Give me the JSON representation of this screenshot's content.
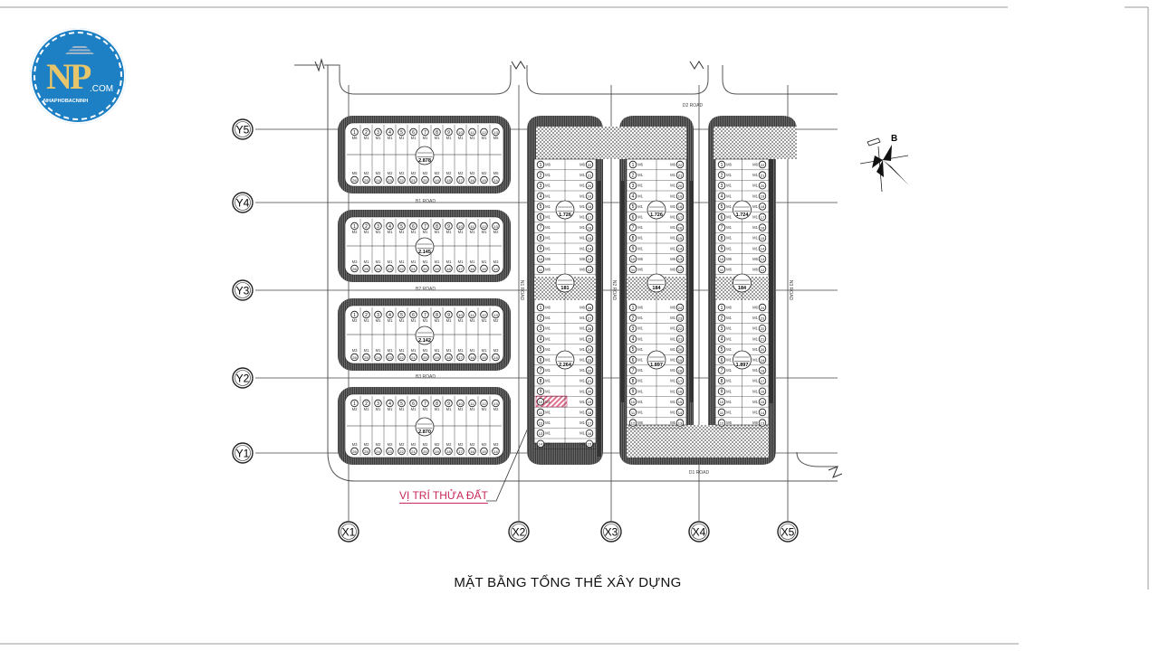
{
  "logo": {
    "brand": "NP",
    "suffix": ".COM",
    "tagline": "NHAPHOBACNINH"
  },
  "title": "MẶT BẰNG TỔNG THỂ XÂY DỰNG",
  "site_marker": {
    "label": "VỊ TRÍ THỬA ĐẤT",
    "color": "#c8285a"
  },
  "compass": {
    "label": "B"
  },
  "axes": {
    "y": [
      "Y5",
      "Y4",
      "Y3",
      "Y2",
      "Y1"
    ],
    "x": [
      "X1",
      "X2",
      "X3",
      "X4",
      "X5"
    ]
  },
  "roads": {
    "top": "D2 ROAD",
    "bottom": "D1 ROAD",
    "between": [
      "B1 ROAD",
      "B2 ROAD",
      "B3 ROAD"
    ],
    "vertical": [
      "N1 ROAD",
      "N2 ROAD",
      "N3 ROAD"
    ]
  },
  "horizontal_blocks": [
    {
      "top_numbers": [
        "1",
        "2",
        "3",
        "4",
        "5",
        "6",
        "7",
        "8",
        "9",
        "10",
        "11",
        "12",
        "13"
      ],
      "top_codes": [
        "M6",
        "M1",
        "M1",
        "M1",
        "M1",
        "M1",
        "M1",
        "M1",
        "M1",
        "M1",
        "M1",
        "M1",
        "M5"
      ],
      "bottom_codes": [
        "M5",
        "M2",
        "M2",
        "M2",
        "M2",
        "M2",
        "M2",
        "M2",
        "M2",
        "M2",
        "M2",
        "M2",
        "M5"
      ],
      "bottom_numbers": [
        "26",
        "25",
        "24",
        "23",
        "22",
        "21",
        "20",
        "19",
        "18",
        "17",
        "16",
        "15",
        "14"
      ],
      "badge": "2.878"
    },
    {
      "top_numbers": [
        "1",
        "2",
        "3",
        "4",
        "5",
        "6",
        "7",
        "8",
        "9",
        "10",
        "11",
        "12",
        "13"
      ],
      "top_codes": [
        "M2",
        "M1",
        "M1",
        "M1",
        "M1",
        "M1",
        "M1",
        "M1",
        "M1",
        "M1",
        "M1",
        "M1",
        "M2"
      ],
      "bottom_codes": [
        "M3",
        "M1",
        "M1",
        "M1",
        "M1",
        "M1",
        "M1",
        "M1",
        "M1",
        "M1",
        "M1",
        "M1",
        "M3"
      ],
      "bottom_numbers": [
        "26",
        "25",
        "24",
        "23",
        "22",
        "21",
        "20",
        "19",
        "18",
        "17",
        "16",
        "15",
        "14"
      ],
      "badge": "2.145"
    },
    {
      "top_numbers": [
        "1",
        "2",
        "3",
        "4",
        "5",
        "6",
        "7",
        "8",
        "9",
        "10",
        "11",
        "12",
        "13"
      ],
      "top_codes": [
        "M2",
        "M1",
        "M1",
        "M1",
        "M1",
        "M1",
        "M1",
        "M1",
        "M1",
        "M1",
        "M1",
        "M1",
        "M2"
      ],
      "bottom_codes": [
        "M3",
        "M1",
        "M1",
        "M1",
        "M1",
        "M1",
        "M1",
        "M1",
        "M1",
        "M1",
        "M1",
        "M1",
        "M3"
      ],
      "bottom_numbers": [
        "26",
        "25",
        "24",
        "23",
        "22",
        "21",
        "20",
        "19",
        "18",
        "17",
        "16",
        "15",
        "14"
      ],
      "badge": "2.142"
    },
    {
      "top_numbers": [
        "1",
        "2",
        "3",
        "4",
        "5",
        "6",
        "7",
        "8",
        "9",
        "10",
        "11",
        "12",
        "13"
      ],
      "top_codes": [
        "M2",
        "M1",
        "M1",
        "M1",
        "M1",
        "M1",
        "M1",
        "M1",
        "M1",
        "M1",
        "M1",
        "M1",
        "M2"
      ],
      "bottom_codes": [
        "M3",
        "M2",
        "M2",
        "M2",
        "M2",
        "M2",
        "M2",
        "M2",
        "M2",
        "M2",
        "M2",
        "M2",
        "M3"
      ],
      "bottom_numbers": [
        "26",
        "25",
        "24",
        "23",
        "22",
        "21",
        "20",
        "19",
        "18",
        "17",
        "16",
        "15",
        "14"
      ],
      "badge": "2.870"
    }
  ],
  "vertical_blocks": [
    {
      "upper": {
        "left": [
          "1",
          "2",
          "3",
          "4",
          "5",
          "6",
          "7",
          "8",
          "9",
          "10",
          "11"
        ],
        "right": [
          "22",
          "21",
          "20",
          "19",
          "18",
          "17",
          "16",
          "15",
          "14",
          "13",
          "12"
        ],
        "badge": "1.726"
      },
      "lower": {
        "left": [
          "1",
          "2",
          "3",
          "4",
          "5",
          "6",
          "7",
          "8",
          "9",
          "10",
          "11",
          "12",
          "13",
          "14"
        ],
        "right": [
          "28",
          "27",
          "26",
          "25",
          "24",
          "23",
          "22",
          "21",
          "20",
          "19",
          "18",
          "17",
          "16",
          "15"
        ],
        "badge": "2.264"
      },
      "mid_badge": "181"
    },
    {
      "upper": {
        "left": [
          "1",
          "2",
          "3",
          "4",
          "5",
          "6",
          "7",
          "8",
          "9",
          "10",
          "11"
        ],
        "right": [
          "22",
          "21",
          "20",
          "19",
          "18",
          "17",
          "16",
          "15",
          "14",
          "13",
          "12"
        ],
        "badge": "1.726"
      },
      "lower": {
        "left": [
          "1",
          "2",
          "3",
          "4",
          "5",
          "6",
          "7",
          "8",
          "9",
          "10",
          "11",
          "12"
        ],
        "right": [
          "24",
          "23",
          "22",
          "21",
          "20",
          "19",
          "18",
          "17",
          "16",
          "15",
          "14",
          "13"
        ],
        "badge": "1.897"
      },
      "mid_badge": "184"
    },
    {
      "upper": {
        "left": [
          "1",
          "2",
          "3",
          "4",
          "5",
          "6",
          "7",
          "8",
          "9",
          "10",
          "11"
        ],
        "right": [
          "22",
          "21",
          "20",
          "19",
          "18",
          "17",
          "16",
          "15",
          "14",
          "13",
          "12"
        ],
        "badge": "1.724"
      },
      "lower": {
        "left": [
          "1",
          "2",
          "3",
          "4",
          "5",
          "6",
          "7",
          "8",
          "9",
          "10",
          "11",
          "12"
        ],
        "right": [
          "24",
          "23",
          "22",
          "21",
          "20",
          "19",
          "18",
          "17",
          "16",
          "15",
          "14",
          "13"
        ],
        "badge": "1.897"
      },
      "mid_badge": "184"
    }
  ],
  "unit_codes": {
    "end": "M6",
    "mid": "M1"
  }
}
